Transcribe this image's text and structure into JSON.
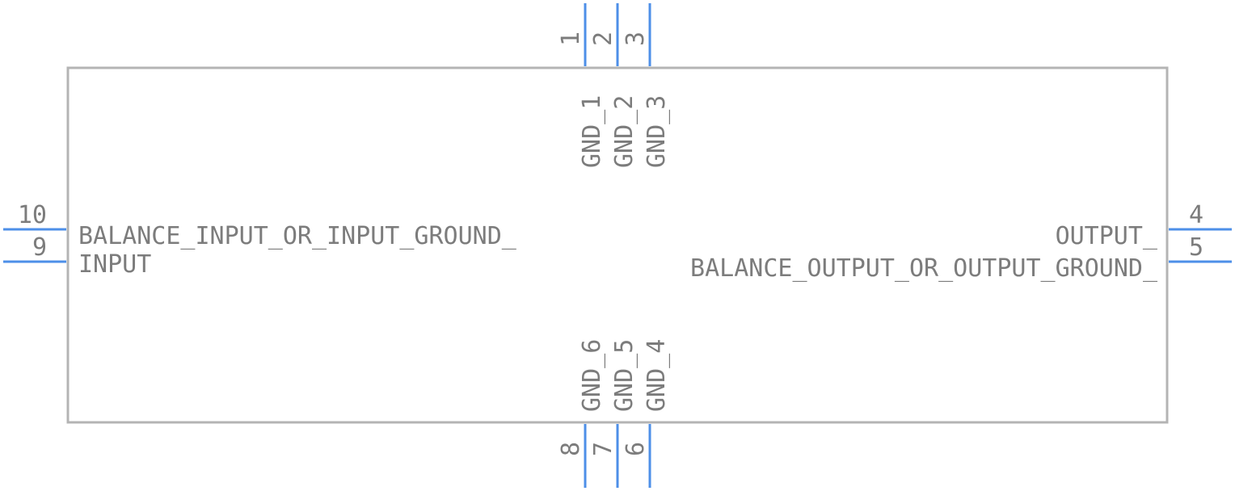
{
  "colors": {
    "pin": "#4d8fe8",
    "body_stroke": "#b4b4b4",
    "text": "#7c7c7c",
    "background": "#ffffff"
  },
  "pins": {
    "p1": {
      "number": "1",
      "name": "GND_1"
    },
    "p2": {
      "number": "2",
      "name": "GND_2"
    },
    "p3": {
      "number": "3",
      "name": "GND_3"
    },
    "p4": {
      "number": "4",
      "name": "OUTPUT_"
    },
    "p5": {
      "number": "5",
      "name": "BALANCE_OUTPUT_OR_OUTPUT_GROUND_"
    },
    "p6": {
      "number": "6",
      "name": "GND_4"
    },
    "p7": {
      "number": "7",
      "name": "GND_5"
    },
    "p8": {
      "number": "8",
      "name": "GND_6"
    },
    "p9": {
      "number": "9",
      "name": "INPUT"
    },
    "p10": {
      "number": "10",
      "name": "BALANCE_INPUT_OR_INPUT_GROUND_"
    }
  }
}
